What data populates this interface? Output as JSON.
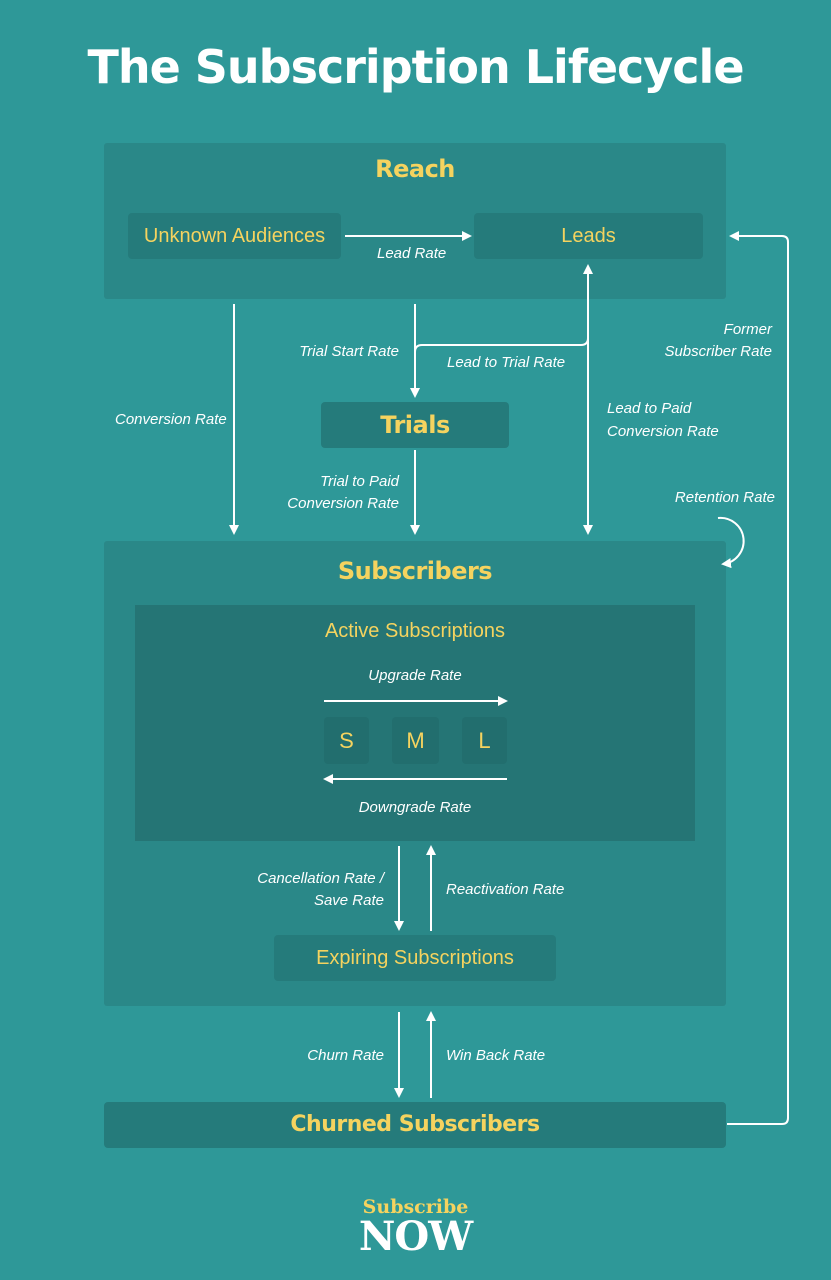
{
  "title": "The Subscription Lifecycle",
  "reach": {
    "heading": "Reach",
    "unknown_audiences": "Unknown Audiences",
    "leads": "Leads"
  },
  "trials": "Trials",
  "subscribers": {
    "heading": "Subscribers",
    "active_subscriptions": "Active Subscriptions",
    "tiers": [
      "S",
      "M",
      "L"
    ],
    "expiring_subscriptions": "Expiring Subscriptions"
  },
  "churned_subscribers": "Churned Subscribers",
  "rates": {
    "lead_rate": "Lead Rate",
    "trial_start_rate": "Trial Start Rate",
    "lead_to_trial_rate": "Lead to Trial Rate",
    "conversion_rate": "Conversion Rate",
    "lead_to_paid_line1": "Lead to Paid",
    "lead_to_paid_line2": "Conversion Rate",
    "former_subscriber_line1": "Former",
    "former_subscriber_line2": "Subscriber Rate",
    "trial_to_paid_line1": "Trial to Paid",
    "trial_to_paid_line2": "Conversion Rate",
    "retention_rate": "Retention Rate",
    "upgrade_rate": "Upgrade Rate",
    "downgrade_rate": "Downgrade Rate",
    "cancellation_line1": "Cancellation Rate /",
    "cancellation_line2": "Save Rate",
    "reactivation_rate": "Reactivation Rate",
    "churn_rate": "Churn Rate",
    "win_back_rate": "Win Back Rate"
  },
  "logo": {
    "line1": "Subscribe",
    "line2": "NOW"
  },
  "colors": {
    "background": "#2e9898",
    "panel": "#2a8888",
    "box": "#257b7b",
    "accent": "#f5d35f",
    "text": "#ffffff"
  }
}
